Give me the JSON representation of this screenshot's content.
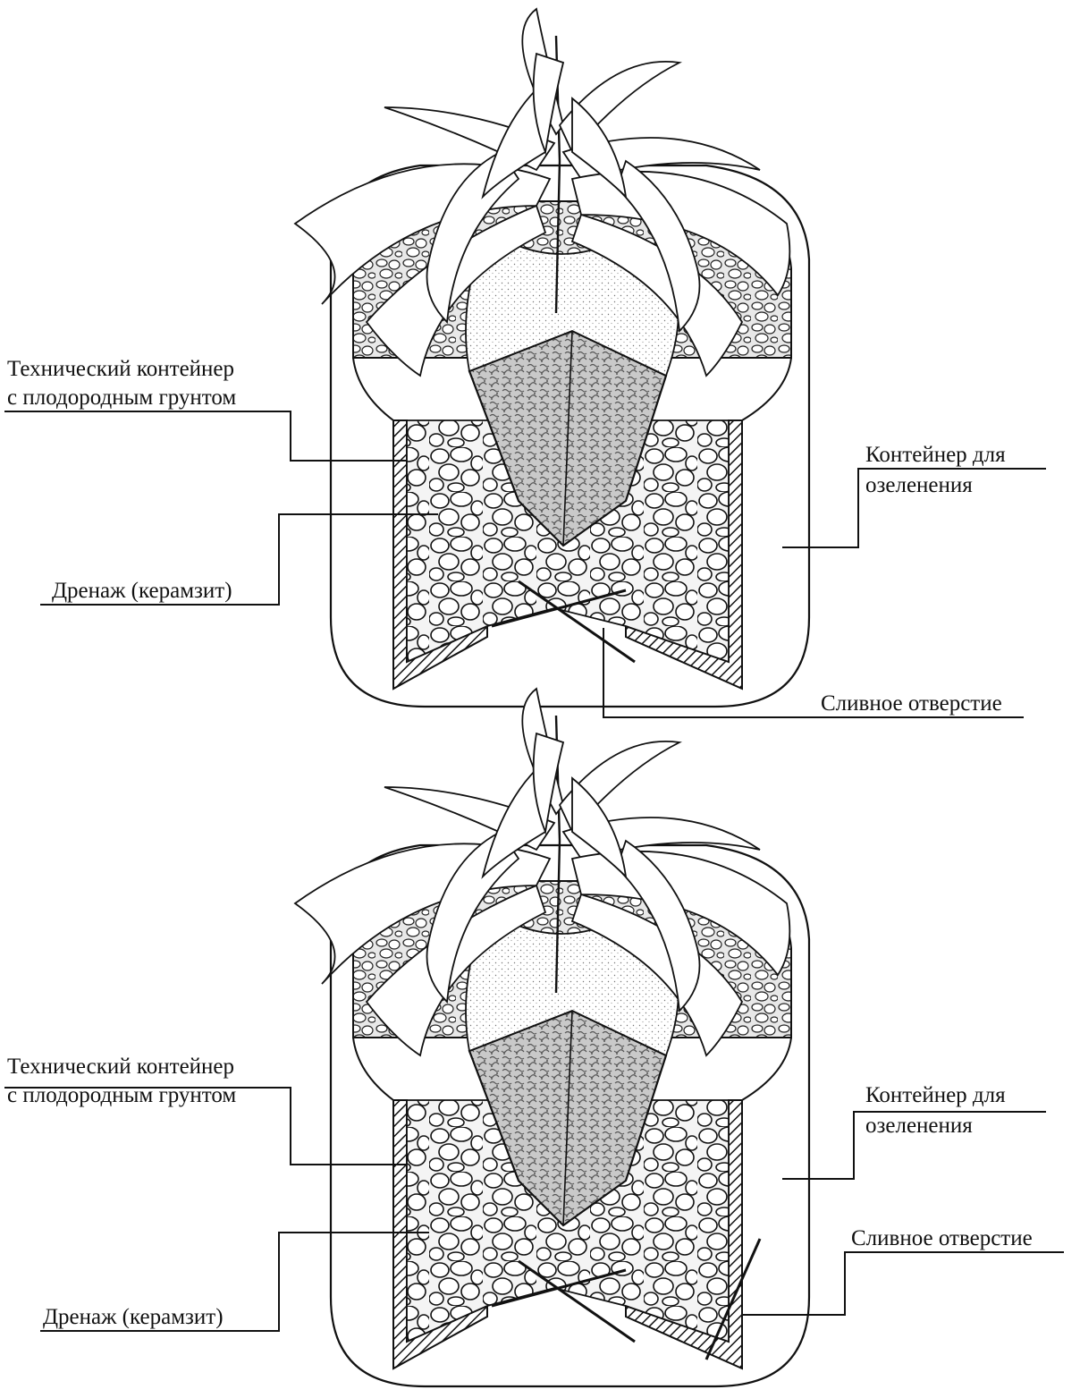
{
  "diagrams": [
    {
      "labels": {
        "tech_container_line1": "Технический контейнер",
        "tech_container_line2": "с плодородным грунтом",
        "drainage": "Дренаж (керамзит)",
        "greening_container_line1": "Контейнер для",
        "greening_container_line2": "озеленения",
        "drain_hole": "Сливное отверстие"
      }
    },
    {
      "labels": {
        "tech_container_line1": "Технический контейнер",
        "tech_container_line2": "с плодородным грунтом",
        "drainage": "Дренаж (керамзит)",
        "greening_container_line1": "Контейнер для",
        "greening_container_line2": "озеленения",
        "drain_hole": "Сливное отверстие"
      }
    }
  ],
  "colors": {
    "ink": "#111111",
    "paper": "#ffffff",
    "soil": "#9a9a9a",
    "stipple": "#bdbdbd"
  }
}
